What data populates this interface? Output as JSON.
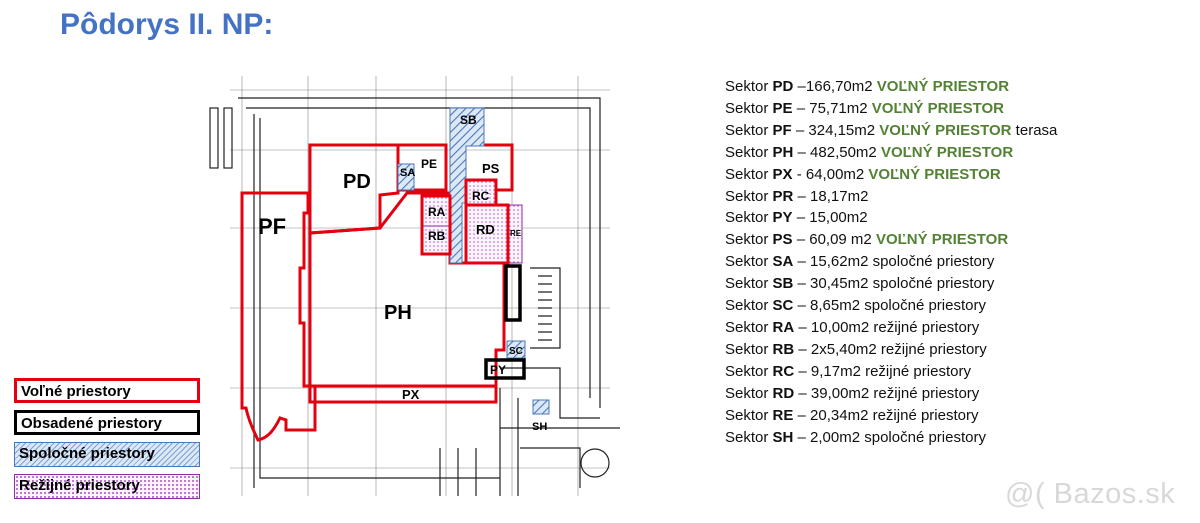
{
  "title": "Pôdorys II. NP:",
  "plan_labels": {
    "pf": "PF",
    "pd": "PD",
    "pe": "PE",
    "sa": "SA",
    "sb": "SB",
    "ps": "PS",
    "rc": "RC",
    "ra": "RA",
    "rb": "RB",
    "rd": "RD",
    "re": "RE",
    "ph": "PH",
    "px": "PX",
    "py": "PY",
    "sc": "SC",
    "sh": "SH"
  },
  "legend": {
    "free": "Voľné priestory",
    "occupied": "Obsadené priestory",
    "common": "Spoločné priestory",
    "operational": "Režijné priestory"
  },
  "colors": {
    "title": "#4472C4",
    "free_outline": "#e3000f",
    "occupied_outline": "#000000",
    "common_hatch": "#4a78b8",
    "operational_dots": "#8e2fa6",
    "status_text": "#548235"
  },
  "sectors": [
    {
      "prefix": "Sektor ",
      "code": "PD",
      "value": " –166,70m2 ",
      "status": "VOĽNÝ PRIESTOR",
      "suffix": ""
    },
    {
      "prefix": "Sektor ",
      "code": "PE",
      "value": " – 75,71m2 ",
      "status": "VOĽNÝ PRIESTOR",
      "suffix": ""
    },
    {
      "prefix": "Sektor ",
      "code": "PF",
      "value": " – 324,15m2 ",
      "status": "VOĽNÝ PRIESTOR",
      "suffix": " terasa"
    },
    {
      "prefix": "Sektor ",
      "code": "PH",
      "value": " – 482,50m2 ",
      "status": "VOĽNÝ PRIESTOR",
      "suffix": ""
    },
    {
      "prefix": "Sektor ",
      "code": "PX",
      "value": " - 64,00m2 ",
      "status": "VOĽNÝ PRIESTOR",
      "suffix": ""
    },
    {
      "prefix": "Sektor ",
      "code": "PR",
      "value": " – 18,17m2",
      "status": "",
      "suffix": ""
    },
    {
      "prefix": "Sektor ",
      "code": "PY",
      "value": " – 15,00m2",
      "status": "",
      "suffix": ""
    },
    {
      "prefix": "Sektor ",
      "code": "PS",
      "value": " – 60,09 m2 ",
      "status": "VOĽNÝ PRIESTOR",
      "suffix": ""
    },
    {
      "prefix": "Sektor ",
      "code": "SA",
      "value": " – 15,62m2 spoločné priestory",
      "status": "",
      "suffix": ""
    },
    {
      "prefix": "Sektor ",
      "code": "SB",
      "value": " – 30,45m2 spoločné priestory",
      "status": "",
      "suffix": ""
    },
    {
      "prefix": "Sektor ",
      "code": "SC",
      "value": " – 8,65m2 spoločné priestory",
      "status": "",
      "suffix": ""
    },
    {
      "prefix": "Sektor ",
      "code": "RA",
      "value": " – 10,00m2 režijné priestory",
      "status": "",
      "suffix": ""
    },
    {
      "prefix": "Sektor ",
      "code": "RB",
      "value": " – 2x5,40m2 režijné priestory",
      "status": "",
      "suffix": ""
    },
    {
      "prefix": "Sektor ",
      "code": "RC",
      "value": " – 9,17m2 režijné priestory",
      "status": "",
      "suffix": ""
    },
    {
      "prefix": "Sektor ",
      "code": "RD",
      "value": " – 39,00m2 režijné priestory",
      "status": "",
      "suffix": ""
    },
    {
      "prefix": "Sektor ",
      "code": "RE",
      "value": " – 20,34m2 režijné priestory",
      "status": "",
      "suffix": ""
    },
    {
      "prefix": "Sektor ",
      "code": "SH",
      "value": " – 2,00m2 spoločné priestory",
      "status": "",
      "suffix": ""
    }
  ],
  "watermark": "@( Bazos.sk"
}
